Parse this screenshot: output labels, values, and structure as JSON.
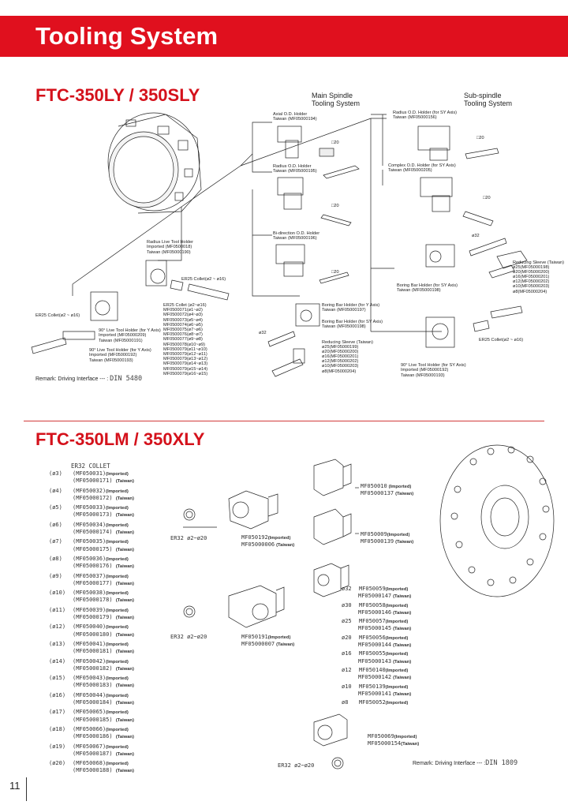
{
  "header": {
    "title": "Tooling System"
  },
  "section1": {
    "model": "FTC-350LY / 350SLY",
    "main_spindle_heading": [
      "Main Spindle",
      "Tooling System"
    ],
    "sub_spindle_heading": [
      "Sub-spindle",
      "Tooling System"
    ],
    "labels": {
      "axial_od": [
        "Axial O.D. Holder",
        "Taiwan (MF05000194)"
      ],
      "radius_od": [
        "Radius O.D. Holder",
        "Taiwan (MF05000195)"
      ],
      "bidir_od": [
        "Bi-direction O.D. Holder",
        "Taiwan (MF05000196)"
      ],
      "sq20_a": "□20",
      "sq20_b": "□20",
      "sq20_c": "□20",
      "sq20_d": "□20",
      "sq20_e": "□20",
      "radius_live": [
        "Radius Live Tool Holder",
        "Imported (MF0500018)",
        "Taiwan (MF05000190)"
      ],
      "er25_collet_main": "ER25 Collet(ø2 ~ ø16)",
      "er25_collet_left": "ER25 Collet(ø2 ~ ø16)",
      "er25_list": [
        "ER25 Collet (ø2~ø16)",
        "MF0500071(ø1~ø2)",
        "MF0500072(ø4~ø3)",
        "MF0500073(ø5~ø4)",
        "MF0500074(ø6~ø5)",
        "MF0500075(ø7~ø6)",
        "MF0500076(ø8~ø7)",
        "MF0500077(ø9~ø8)",
        "MF0500078(ø10~ø9)",
        "MF0500079(ø11~ø10)",
        "MF0500079(ø12~ø11)",
        "MF0500079(ø13~ø12)",
        "MF0500079(ø14~ø13)",
        "MF0500079(ø15~ø14)",
        "MF0500079(ø16~ø15)"
      ],
      "live90_y": [
        "90° Live Tool Holder (for Y Axis)",
        "Imported (MF05000209)",
        "Taiwan (MF05000191)"
      ],
      "live90": [
        "90° Live Tool Holder (for Y Axis)",
        "Imported (MF05000192)",
        "Taiwan (MF05000193)"
      ],
      "boring_y_main": [
        "Boring Bar Holder (for Y Axis)",
        "Taiwan (MF05000197)"
      ],
      "boring_sy_main": [
        "Boring Bar Holder (for SY Axis)",
        "Taiwan (MF05000198)"
      ],
      "phi32_main": "ø32",
      "reducing_main": [
        "Reducing Sleeve (Taiwan)",
        "ø25(MF05000199)",
        "ø20(MF05000200)",
        "ø16(MF05000201)",
        "ø12(MF05000202)",
        "ø10(MF05000203)",
        "ø8(MF05000204)"
      ],
      "radius_od_sy": [
        "Radius O.D. Holder (for SY Axis)",
        "Taiwan (MF05000156)"
      ],
      "complex_od_sy": [
        "Complex O.D. Holder (for SY Axis)",
        "Taiwan (MF05000205)"
      ],
      "phi32_sub": "ø32",
      "reducing_sub": [
        "Reducing Sleeve (Taiwan)",
        "ø25(MF05000198)",
        "ø20(MF05000200)",
        "ø16(MF05000201)",
        "ø12(MF05000202)",
        "ø10(MF05000203)",
        "ø8(MF05000204)"
      ],
      "boring_sy_sub": [
        "Boring Bar Holder (for SY Axis)",
        "Taiwan (MF05000198)"
      ],
      "er25_collet_sub": "ER25 Collet(ø2 ~ ø16)",
      "live90_sy": [
        "90° Live Tool Holder (for SY Axis)",
        "Imported (MF05000192)",
        "Taiwan (MF05000193)"
      ]
    },
    "remark_label": "Remark: Driving Interface --- :",
    "remark_value": "DIN 5480"
  },
  "section2": {
    "model": "FTC-350LM / 350XLY",
    "er32_title": "ER32 COLLET",
    "imported_tag": "(Imported)",
    "taiwan_tag": "(Taiwan)",
    "er32_rows": [
      {
        "dia": "(ø3)",
        "imp": "MF050031",
        "tw": "MF05000171"
      },
      {
        "dia": "(ø4)",
        "imp": "MF050032",
        "tw": "MF05000172"
      },
      {
        "dia": "(ø5)",
        "imp": "MF050033",
        "tw": "MF05000173"
      },
      {
        "dia": "(ø6)",
        "imp": "MF050034",
        "tw": "MF05000174"
      },
      {
        "dia": "(ø7)",
        "imp": "MF050035",
        "tw": "MF05000175"
      },
      {
        "dia": "(ø8)",
        "imp": "MF050036",
        "tw": "MF05000176"
      },
      {
        "dia": "(ø9)",
        "imp": "MF050037",
        "tw": "MF05000177"
      },
      {
        "dia": "(ø10)",
        "imp": "MF050038",
        "tw": "MF05000178"
      },
      {
        "dia": "(ø11)",
        "imp": "MF050039",
        "tw": "MF05000179"
      },
      {
        "dia": "(ø12)",
        "imp": "MF050040",
        "tw": "MF05000180"
      },
      {
        "dia": "(ø13)",
        "imp": "MF050041",
        "tw": "MF05000181"
      },
      {
        "dia": "(ø14)",
        "imp": "MF050042",
        "tw": "MF05000182"
      },
      {
        "dia": "(ø15)",
        "imp": "MF050043",
        "tw": "MF05000183"
      },
      {
        "dia": "(ø16)",
        "imp": "MF050044",
        "tw": "MF05000184"
      },
      {
        "dia": "(ø17)",
        "imp": "MF050065",
        "tw": "MF05000185"
      },
      {
        "dia": "(ø18)",
        "imp": "MF050066",
        "tw": "MF05000186"
      },
      {
        "dia": "(ø19)",
        "imp": "MF050067",
        "tw": "MF05000187"
      },
      {
        "dia": "(ø20)",
        "imp": "MF050068",
        "tw": "MF05000188"
      }
    ],
    "er32_label_a": "ER32    ø2~ø20",
    "er32_label_b": "ER32    ø2~ø20",
    "er32_label_c": "ER32    ø2~ø20",
    "straight_holder": {
      "imp": "MF050192",
      "tw": "MF05000006"
    },
    "angle_holder": {
      "imp": "MF050191",
      "tw": "MF05000007"
    },
    "od_holder_1": {
      "imp": "MF050010",
      "tw": "MF05000137"
    },
    "od_holder_2": {
      "imp": "MF050009",
      "tw": "MF05000139"
    },
    "boring_sizes": [
      {
        "dia": "ø32",
        "imp": "MF050059",
        "tw": "MF05000147"
      },
      {
        "dia": "ø30",
        "imp": "MF050058",
        "tw": "MF05000146"
      },
      {
        "dia": "ø25",
        "imp": "MF050057",
        "tw": "MF05000145"
      },
      {
        "dia": "ø20",
        "imp": "MF050056",
        "tw": "MF05000144"
      },
      {
        "dia": "ø16",
        "imp": "MF050055",
        "tw": "MF05000143"
      },
      {
        "dia": "ø12",
        "imp": "MF050140",
        "tw": "MF05000142"
      },
      {
        "dia": "ø10",
        "imp": "MF050139",
        "tw": "MF05000141"
      },
      {
        "dia": "ø8",
        "imp": "MF050052",
        "tw": ""
      }
    ],
    "adapter": {
      "imp": "MF050069",
      "tw": "MF05000154"
    },
    "remark_label": "Remark: Driving Interface --- :",
    "remark_value": "DIN 1809"
  },
  "footer": {
    "page_number": "11"
  },
  "colors": {
    "brand_red": "#e0101e",
    "title_red": "#d4111b"
  }
}
